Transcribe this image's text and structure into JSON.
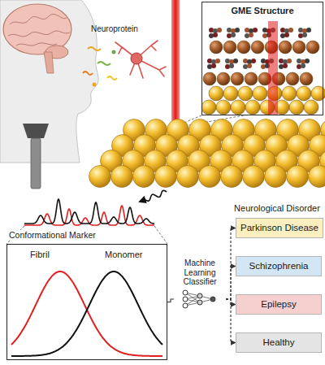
{
  "diagram": {
    "nodes": [
      {
        "text": [
          "GME Structure"
        ]
      },
      {
        "text": [
          "Conformational Marker",
          "Fibril",
          "Monomer"
        ]
      },
      {
        "text": [
          "Machine Learning Classifier"
        ]
      },
      {
        "text": [
          "Parkinson Disease"
        ]
      },
      {
        "text": [
          "Schizophrenia"
        ]
      },
      {
        "text": [
          "Epilepsy"
        ]
      },
      {
        "text": [
          "Healthy"
        ]
      }
    ],
    "edges": [
      {
        "from": 1,
        "to": 2,
        "arrow": "none"
      },
      {
        "from": 2,
        "to": 3,
        "arrow": "to"
      },
      {
        "from": 2,
        "to": 4,
        "arrow": "to"
      },
      {
        "from": 2,
        "to": 5,
        "arrow": "to"
      },
      {
        "from": 2,
        "to": 6,
        "arrow": "to"
      }
    ],
    "labels": [
      "Neuroprotein",
      "Neurological Disorder"
    ]
  }
}
